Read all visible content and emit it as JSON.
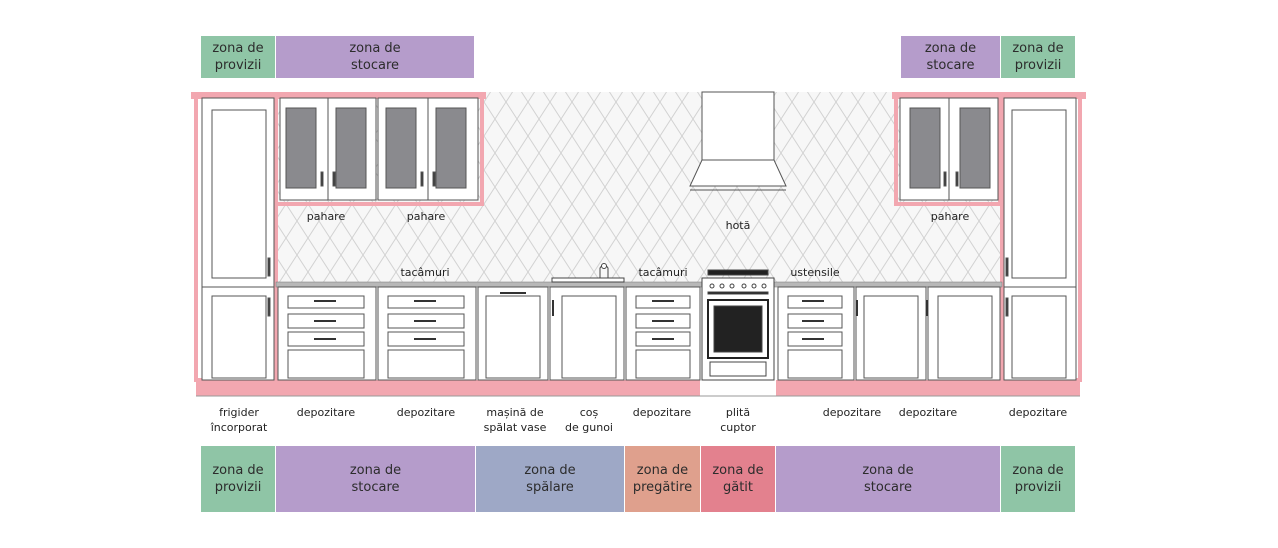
{
  "colors": {
    "provizii": "#8fc5a6",
    "stocare": "#b59ccb",
    "spalare": "#9ea8c6",
    "pregatire": "#dfa08d",
    "gatit": "#e3818e",
    "outline_pink": "#f2a7b0",
    "tile": "#dcdcdc",
    "glass": "#8a8a8e"
  },
  "top_zones": [
    {
      "label": "zona de\nprovizii",
      "color": "provizii"
    },
    {
      "label": "zona de\nstocare",
      "color": "stocare"
    },
    {
      "label": "zona de\nstocare",
      "color": "stocare"
    },
    {
      "label": "zona de\nprovizii",
      "color": "provizii"
    }
  ],
  "bottom_zones": [
    {
      "label": "zona de\nprovizii",
      "color": "provizii"
    },
    {
      "label": "zona de\nstocare",
      "color": "stocare"
    },
    {
      "label": "zona de\nspălare",
      "color": "spalare"
    },
    {
      "label": "zona de\npregătire",
      "color": "pregatire"
    },
    {
      "label": "zona de\ngătit",
      "color": "gatit"
    },
    {
      "label": "zona de\nstocare",
      "color": "stocare"
    },
    {
      "label": "zona de\nprovizii",
      "color": "provizii"
    }
  ],
  "inside_labels": {
    "pahare_1": "pahare",
    "pahare_2": "pahare",
    "pahare_3": "pahare",
    "hota": "hotă",
    "tacamuri_1": "tacâmuri",
    "tacamuri_2": "tacâmuri",
    "ustensile": "ustensile"
  },
  "bottom_labels": {
    "frigider": "frigider\nîncorporat",
    "depozitare_1": "depozitare",
    "depozitare_2": "depozitare",
    "masina": "mașină de\nspălat vase",
    "cos": "coș\nde gunoi",
    "depozitare_3": "depozitare",
    "plita": "plită\ncuptor",
    "depozitare_4": "depozitare",
    "depozitare_5": "depozitare",
    "depozitare_6": "depozitare"
  }
}
